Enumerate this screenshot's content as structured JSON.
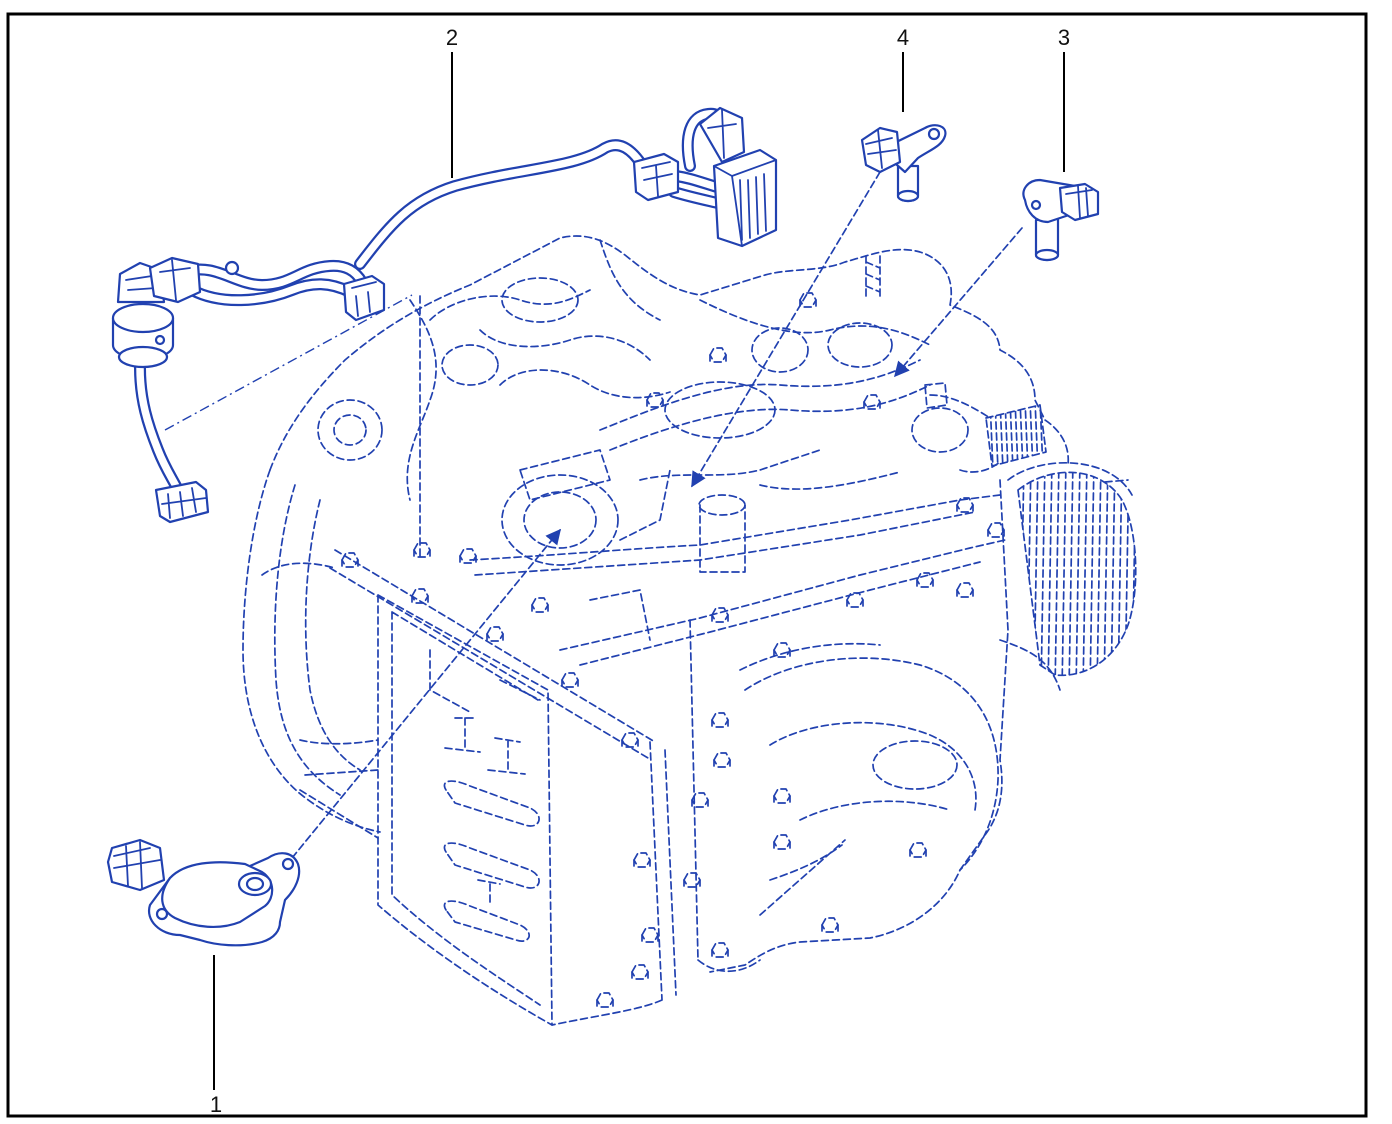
{
  "figure": {
    "callouts": [
      {
        "label": "1"
      },
      {
        "label": "2"
      },
      {
        "label": "3"
      },
      {
        "label": "4"
      }
    ]
  },
  "colors": {
    "line": "#2141b0",
    "frame": "#000000"
  }
}
